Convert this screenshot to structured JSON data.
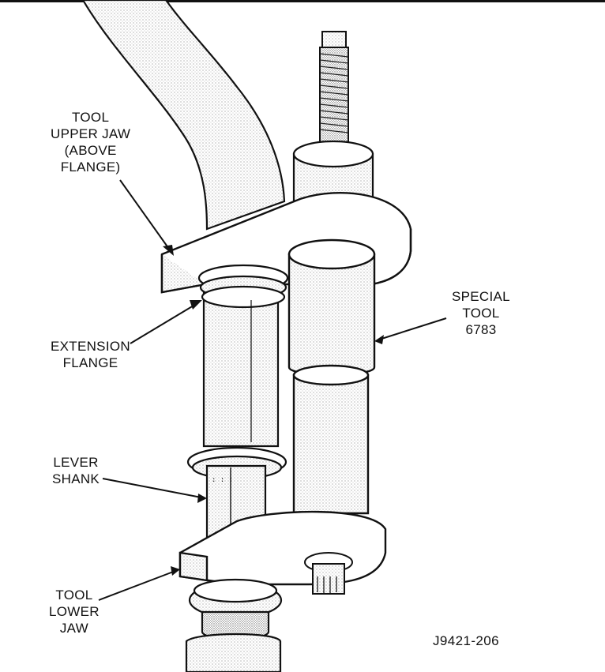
{
  "labels": {
    "upper_jaw": [
      "TOOL",
      "UPPER JAW",
      "(ABOVE",
      "FLANGE)"
    ],
    "extension_flange": [
      "EXTENSION",
      "FLANGE"
    ],
    "lever_shank": [
      "LEVER",
      "SHANK"
    ],
    "lower_jaw": [
      "TOOL",
      "LOWER",
      "JAW"
    ],
    "special_tool": [
      "SPECIAL",
      "TOOL",
      "6783"
    ]
  },
  "figure_id": "J9421-206",
  "colors": {
    "ink": "#111111",
    "paper": "#ffffff",
    "shade": "#9a9a9a"
  }
}
